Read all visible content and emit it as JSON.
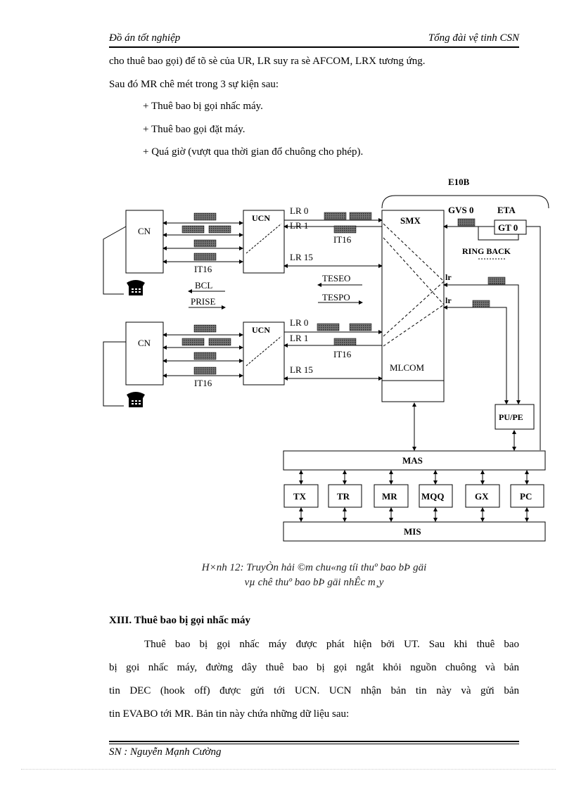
{
  "header": {
    "left": "Đồ án tốt nghiệp",
    "right": "Tổng đài vệ tinh CSN"
  },
  "intro": {
    "line1": "cho thuê bao gọi) để tõ sè của UR, LR suy ra sè AFCOM, LRX tương ứng.",
    "line2": "Sau đó MR chê mét trong 3 sự kiện sau:",
    "bullets": [
      "+ Thuê bao bị gọi nhấc máy.",
      "+ Thuê bao gọi đặt máy.",
      "+ Quá giờ (vượt qua thời gian đổ chuông cho phép)."
    ]
  },
  "diagram": {
    "e10b": "E10B",
    "cn": "CN",
    "ucn": "UCN",
    "it16": "IT16",
    "lr0": "LR 0",
    "lr1": "LR 1",
    "lr15": "LR 15",
    "bcl": "BCL",
    "prise": "PRISE",
    "teseo": "TESEO",
    "tespo": "TESPO",
    "smx": "SMX",
    "mlcom": "MLCOM",
    "gvs0": "GVS 0",
    "eta": "ETA",
    "gt0": "GT 0",
    "ringback": "RING BACK",
    "lr_small": "lr",
    "pupe": "PU/PE",
    "mas": "MAS",
    "mis": "MIS",
    "modules": [
      "TX",
      "TR",
      "MR",
      "MQQ",
      "GX",
      "PC"
    ]
  },
  "caption": {
    "line1": "H×nh 12: TruyÒn hải ©m chu«ng tíi thuº bao bÞ gäi",
    "line2": "vµ chê thuº bao bÞ gäi nhÊc m¸y"
  },
  "section": {
    "title": "XIII.  Thuê bao bị gọi nhấc máy",
    "lines": [
      "Thuê bao bị gọi nhấc máy được phát hiện bởi UT. Sau khi thuê bao",
      "bị gọi nhấc máy, đường dây thuê bao bị gọi ngắt khỏi nguồn chuông và bản",
      "tin DEC (hook off) được gửi tới UCN. UCN nhận bản tin này và gửi bản",
      "tin EVABO tới MR. Bản tin này chứa những dữ liệu sau:"
    ]
  },
  "footer": {
    "text": "SN : Nguyễn Mạnh Cường"
  }
}
